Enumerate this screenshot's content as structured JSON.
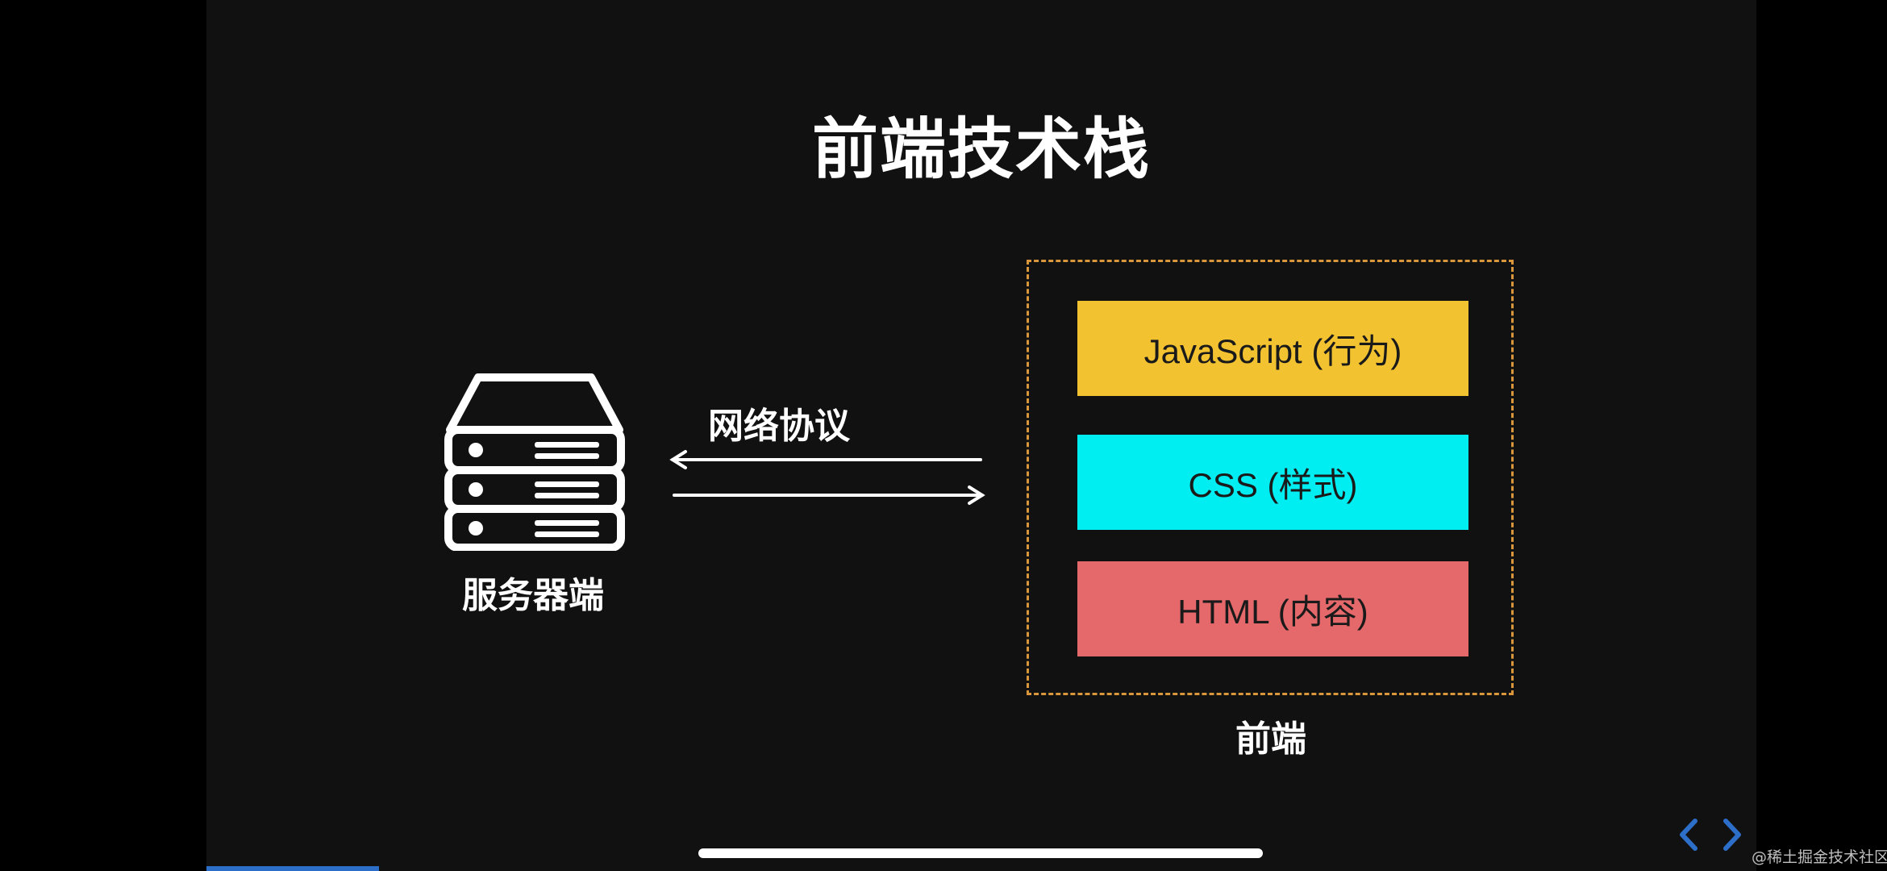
{
  "slide": {
    "title": "前端技术栈",
    "server": {
      "icon": "server-icon",
      "label": "服务器端"
    },
    "protocol": {
      "label": "网络协议",
      "icons": [
        "arrow-left-icon",
        "arrow-right-icon"
      ]
    },
    "frontend": {
      "label": "前端",
      "layers": [
        {
          "label": "JavaScript (行为)",
          "color": "#f2c230"
        },
        {
          "label": "CSS (样式)",
          "color": "#00eef2"
        },
        {
          "label": "HTML (内容)",
          "color": "#e5686a"
        }
      ],
      "border_color": "#d9963a"
    }
  },
  "navigation": {
    "prev_icon": "chevron-left-icon",
    "next_icon": "chevron-right-icon",
    "accent_color": "#2d6ec9"
  },
  "watermark": "@稀土掘金技术社区"
}
